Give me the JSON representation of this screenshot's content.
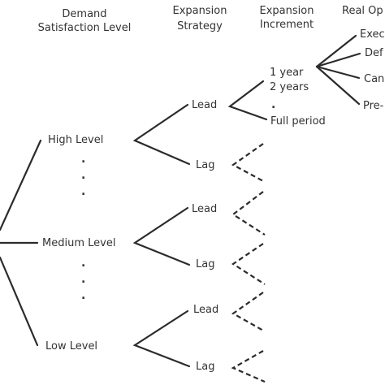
{
  "headers": {
    "demand_line1": "Demand",
    "demand_line2": "Satisfaction Level",
    "strategy_line1": "Expansion",
    "strategy_line2": "Strategy",
    "increment_line1": "Expansion",
    "increment_line2": "Increment",
    "options_line1": "Real Op"
  },
  "demand_levels": {
    "high": "High Level",
    "medium": "Medium Level",
    "low": "Low Level"
  },
  "strategies": {
    "lead": "Lead",
    "lag": "Lag"
  },
  "increments": {
    "one_year": "1 year",
    "two_years": "2 years",
    "ellipsis": ".",
    "full_period": "Full period"
  },
  "real_options": {
    "opt1": "Exec",
    "opt2": "Def",
    "opt3": "Can",
    "opt4": "Pre-"
  },
  "ellipsis_dot": "."
}
